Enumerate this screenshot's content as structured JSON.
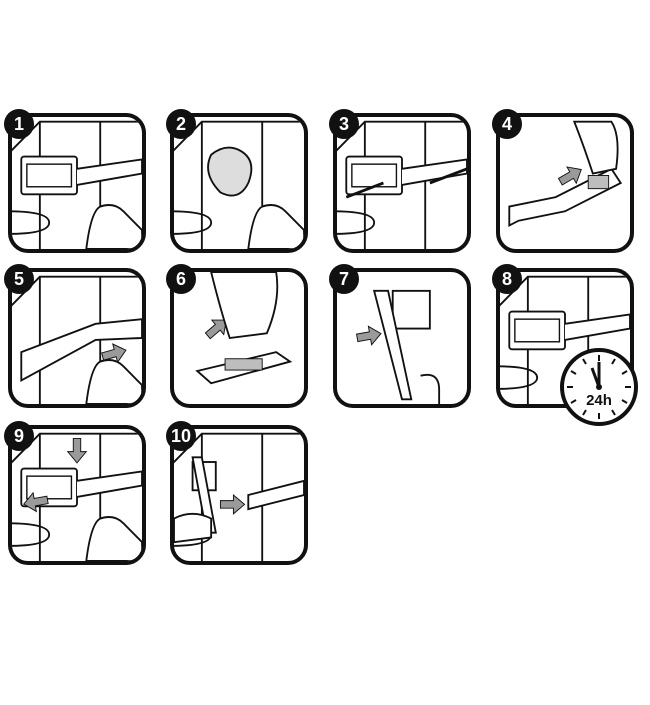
{
  "steps": [
    {
      "number": "1"
    },
    {
      "number": "2"
    },
    {
      "number": "3"
    },
    {
      "number": "4"
    },
    {
      "number": "5"
    },
    {
      "number": "6"
    },
    {
      "number": "7"
    },
    {
      "number": "8"
    },
    {
      "number": "9"
    },
    {
      "number": "10"
    }
  ],
  "clock": {
    "label": "24h"
  },
  "colors": {
    "line": "#111111",
    "arrow": "#9a9a9a",
    "adhesive": "#bdbdbd"
  }
}
